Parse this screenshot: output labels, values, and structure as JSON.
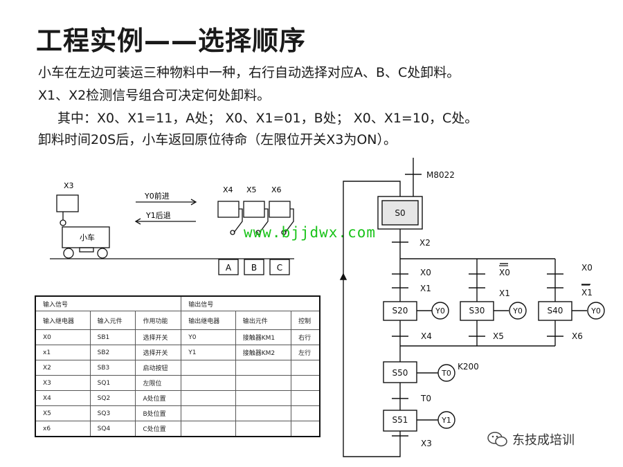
{
  "title": "工程实例——选择顺序",
  "desc": [
    "小车在左边可装运三种物料中一种，右行自动选择对应A、B、C处卸料。",
    "X1、X2检测信号组合可决定何处卸料。",
    "其中：X0、X1=11，A处； X0、X1=01，B处； X0、X1=10，C处。",
    "卸料时间20S后，小车返回原位待命（左限位开关X3为ON）。"
  ],
  "cart": {
    "limit_label": "X3",
    "forward": "Y0前进",
    "backward": "Y1后退",
    "cart_label": "小车",
    "sensors": [
      "X4",
      "X5",
      "X6"
    ],
    "stations": [
      "A",
      "B",
      "C"
    ]
  },
  "watermark": "www.bjjdwx.com",
  "table": {
    "input_header": "输入信号",
    "output_header": "输出信号",
    "cols": [
      "输入继电器",
      "输入元件",
      "作用功能",
      "输出继电器",
      "输出元件",
      "控制"
    ],
    "rows": [
      [
        "X0",
        "SB1",
        "选择开关",
        "Y0",
        "接触器KM1",
        "右行"
      ],
      [
        "x1",
        "SB2",
        "选择开关",
        "Y1",
        "接触器KM2",
        "左行"
      ],
      [
        "X2",
        "SB3",
        "启动按钮",
        "",
        "",
        ""
      ],
      [
        "X3",
        "SQ1",
        "左限位",
        "",
        "",
        ""
      ],
      [
        "X4",
        "SQ2",
        "A处位置",
        "",
        "",
        ""
      ],
      [
        "X5",
        "SQ3",
        "B处位置",
        "",
        "",
        ""
      ],
      [
        "x6",
        "SQ4",
        "C处位置",
        "",
        "",
        ""
      ]
    ]
  },
  "sfc": {
    "init_condition": "M8022",
    "initial_step": "S0",
    "start_transition": "X2",
    "branches": [
      {
        "t1": "X0",
        "t1_negated": false,
        "t2": "X1",
        "t2_negated": false,
        "step": "S20",
        "action": "Y0",
        "exit": "X4"
      },
      {
        "t1": "X0",
        "t1_negated": true,
        "t2": "X1",
        "t2_negated": false,
        "step": "S30",
        "action": "Y0",
        "exit": "X5"
      },
      {
        "t1": "X0",
        "t1_negated": false,
        "t2": "X1",
        "t2_negated": true,
        "step": "S40",
        "action": "Y0",
        "exit": "X6"
      }
    ],
    "step_s50": "S50",
    "timer": "T0",
    "timer_setting": "K200",
    "timer_transition": "T0",
    "step_s51": "S51",
    "action_s51": "Y1",
    "return_transition": "X3"
  },
  "logo_text": "东技成培训"
}
